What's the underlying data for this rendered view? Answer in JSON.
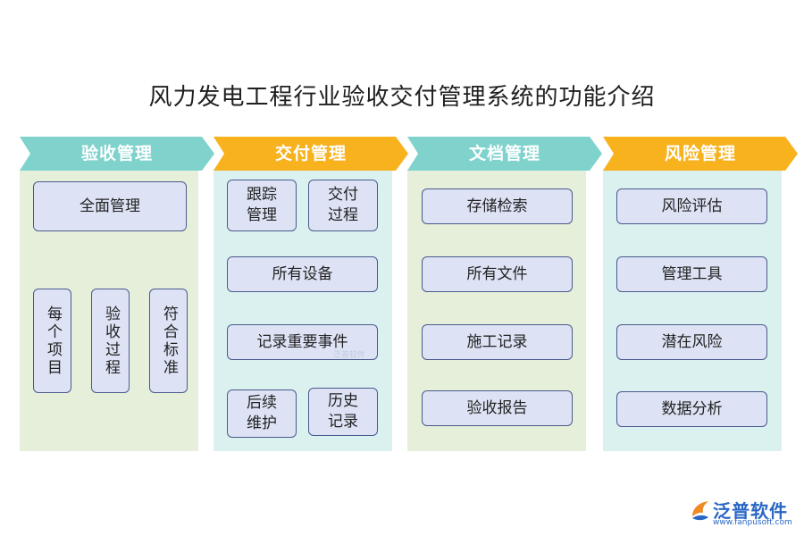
{
  "title": "风力发电工程行业验收交付管理系统的功能介绍",
  "colors": {
    "teal": "#7fd3cc",
    "orange": "#f7b21e",
    "panel_green": "#e6efd9",
    "panel_blue": "#daf1f0",
    "box_fill": "#dde3f5",
    "box_border": "#4a5a8c",
    "brand_blue": "#2a66c4"
  },
  "columns": [
    {
      "header": "验收管理",
      "items": [
        "全面管理",
        "每个项目",
        "验收过程",
        "符合标准"
      ]
    },
    {
      "header": "交付管理",
      "items": [
        "跟踪管理",
        "交付过程",
        "所有设备",
        "记录重要事件",
        "后续维护",
        "历史记录"
      ]
    },
    {
      "header": "文档管理",
      "items": [
        "存储检索",
        "所有文件",
        "施工记录",
        "验收报告"
      ]
    },
    {
      "header": "风险管理",
      "items": [
        "风险评估",
        "管理工具",
        "潜在风险",
        "数据分析"
      ]
    }
  ],
  "watermark": "泛普软件",
  "logo": {
    "icon": "fanpu-logo-icon",
    "name": "泛普软件",
    "url": "www.fanpusoft.com"
  }
}
